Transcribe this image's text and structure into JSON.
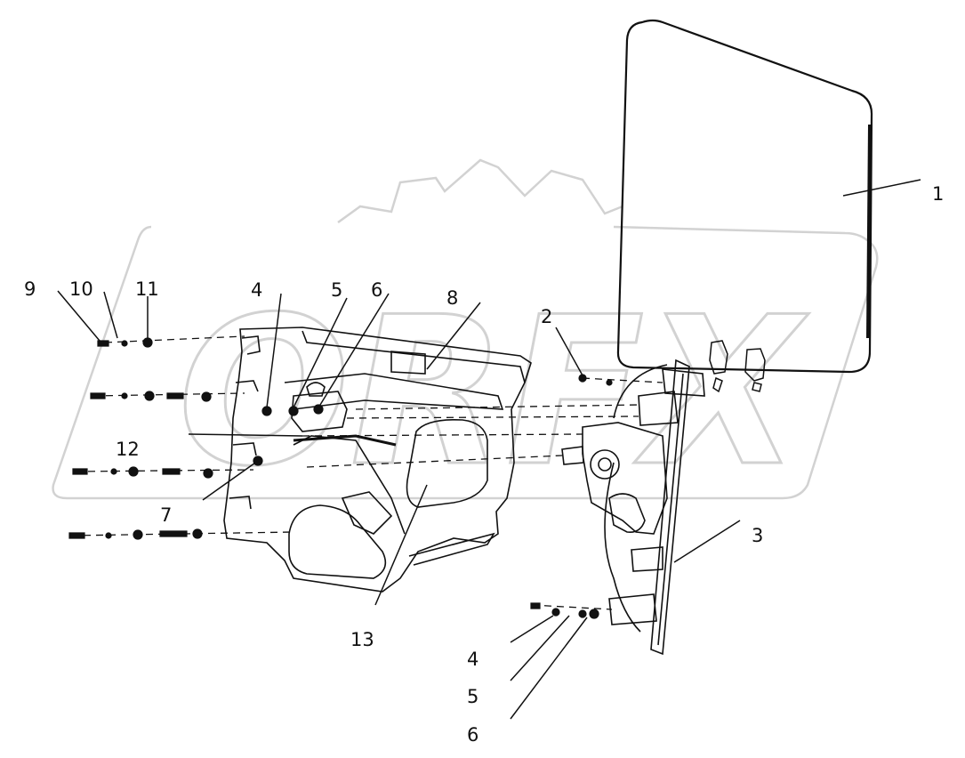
{
  "diagram": {
    "callouts": {
      "c1": "1",
      "c2": "2",
      "c3": "3",
      "c4_top": "4",
      "c5_top": "5",
      "c6_top": "6",
      "c7": "7",
      "c8": "8",
      "c9": "9",
      "c10": "10",
      "c11": "11",
      "c12": "12",
      "c13": "13",
      "c4_bottom": "4",
      "c5_bottom": "5",
      "c6_bottom": "6"
    },
    "watermark_text": "ORFX",
    "colors": {
      "line": "#111111",
      "watermark": "#d2d2d2",
      "background": "#ffffff"
    }
  }
}
